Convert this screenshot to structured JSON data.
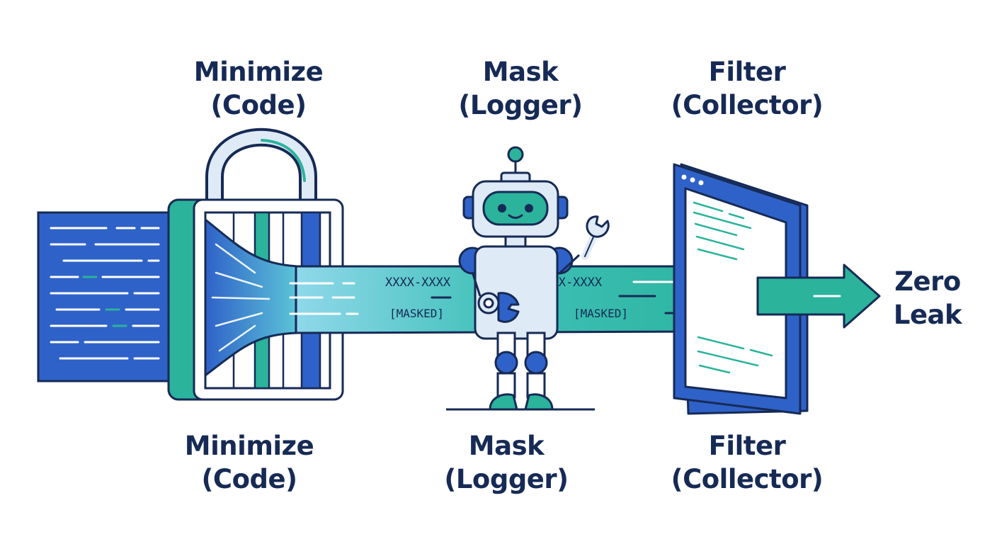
{
  "stages": [
    {
      "id": "minimize",
      "title": "Minimize",
      "subtitle": "(Code)"
    },
    {
      "id": "mask",
      "title": "Mask",
      "subtitle": "(Logger)"
    },
    {
      "id": "filter",
      "title": "Filter",
      "subtitle": "(Collector)"
    }
  ],
  "bottom_labels": [
    {
      "title": "Minimize",
      "subtitle": "(Code)"
    },
    {
      "title": "Mask",
      "subtitle": "(Logger)"
    },
    {
      "title": "Filter",
      "subtitle": "(Collector)"
    }
  ],
  "outcome": {
    "line1": "Zero",
    "line2": "Leak"
  },
  "stream_tokens": {
    "masked_id_1": "XXXX-XXXX",
    "masked_id_2": "XXXX-XXXX",
    "masked_tag_1": "[MASKED]",
    "masked_tag_2": "[MASKED]"
  },
  "colors": {
    "navy": "#162a55",
    "blue": "#2f62c8",
    "teal": "#2bb39c",
    "light_teal": "#c8eee6",
    "light_blue": "#dfeaf7"
  },
  "icons": [
    "padlock-icon",
    "robot-icon",
    "wrench-icon",
    "screen-panel-icon",
    "arrow-right-icon"
  ]
}
